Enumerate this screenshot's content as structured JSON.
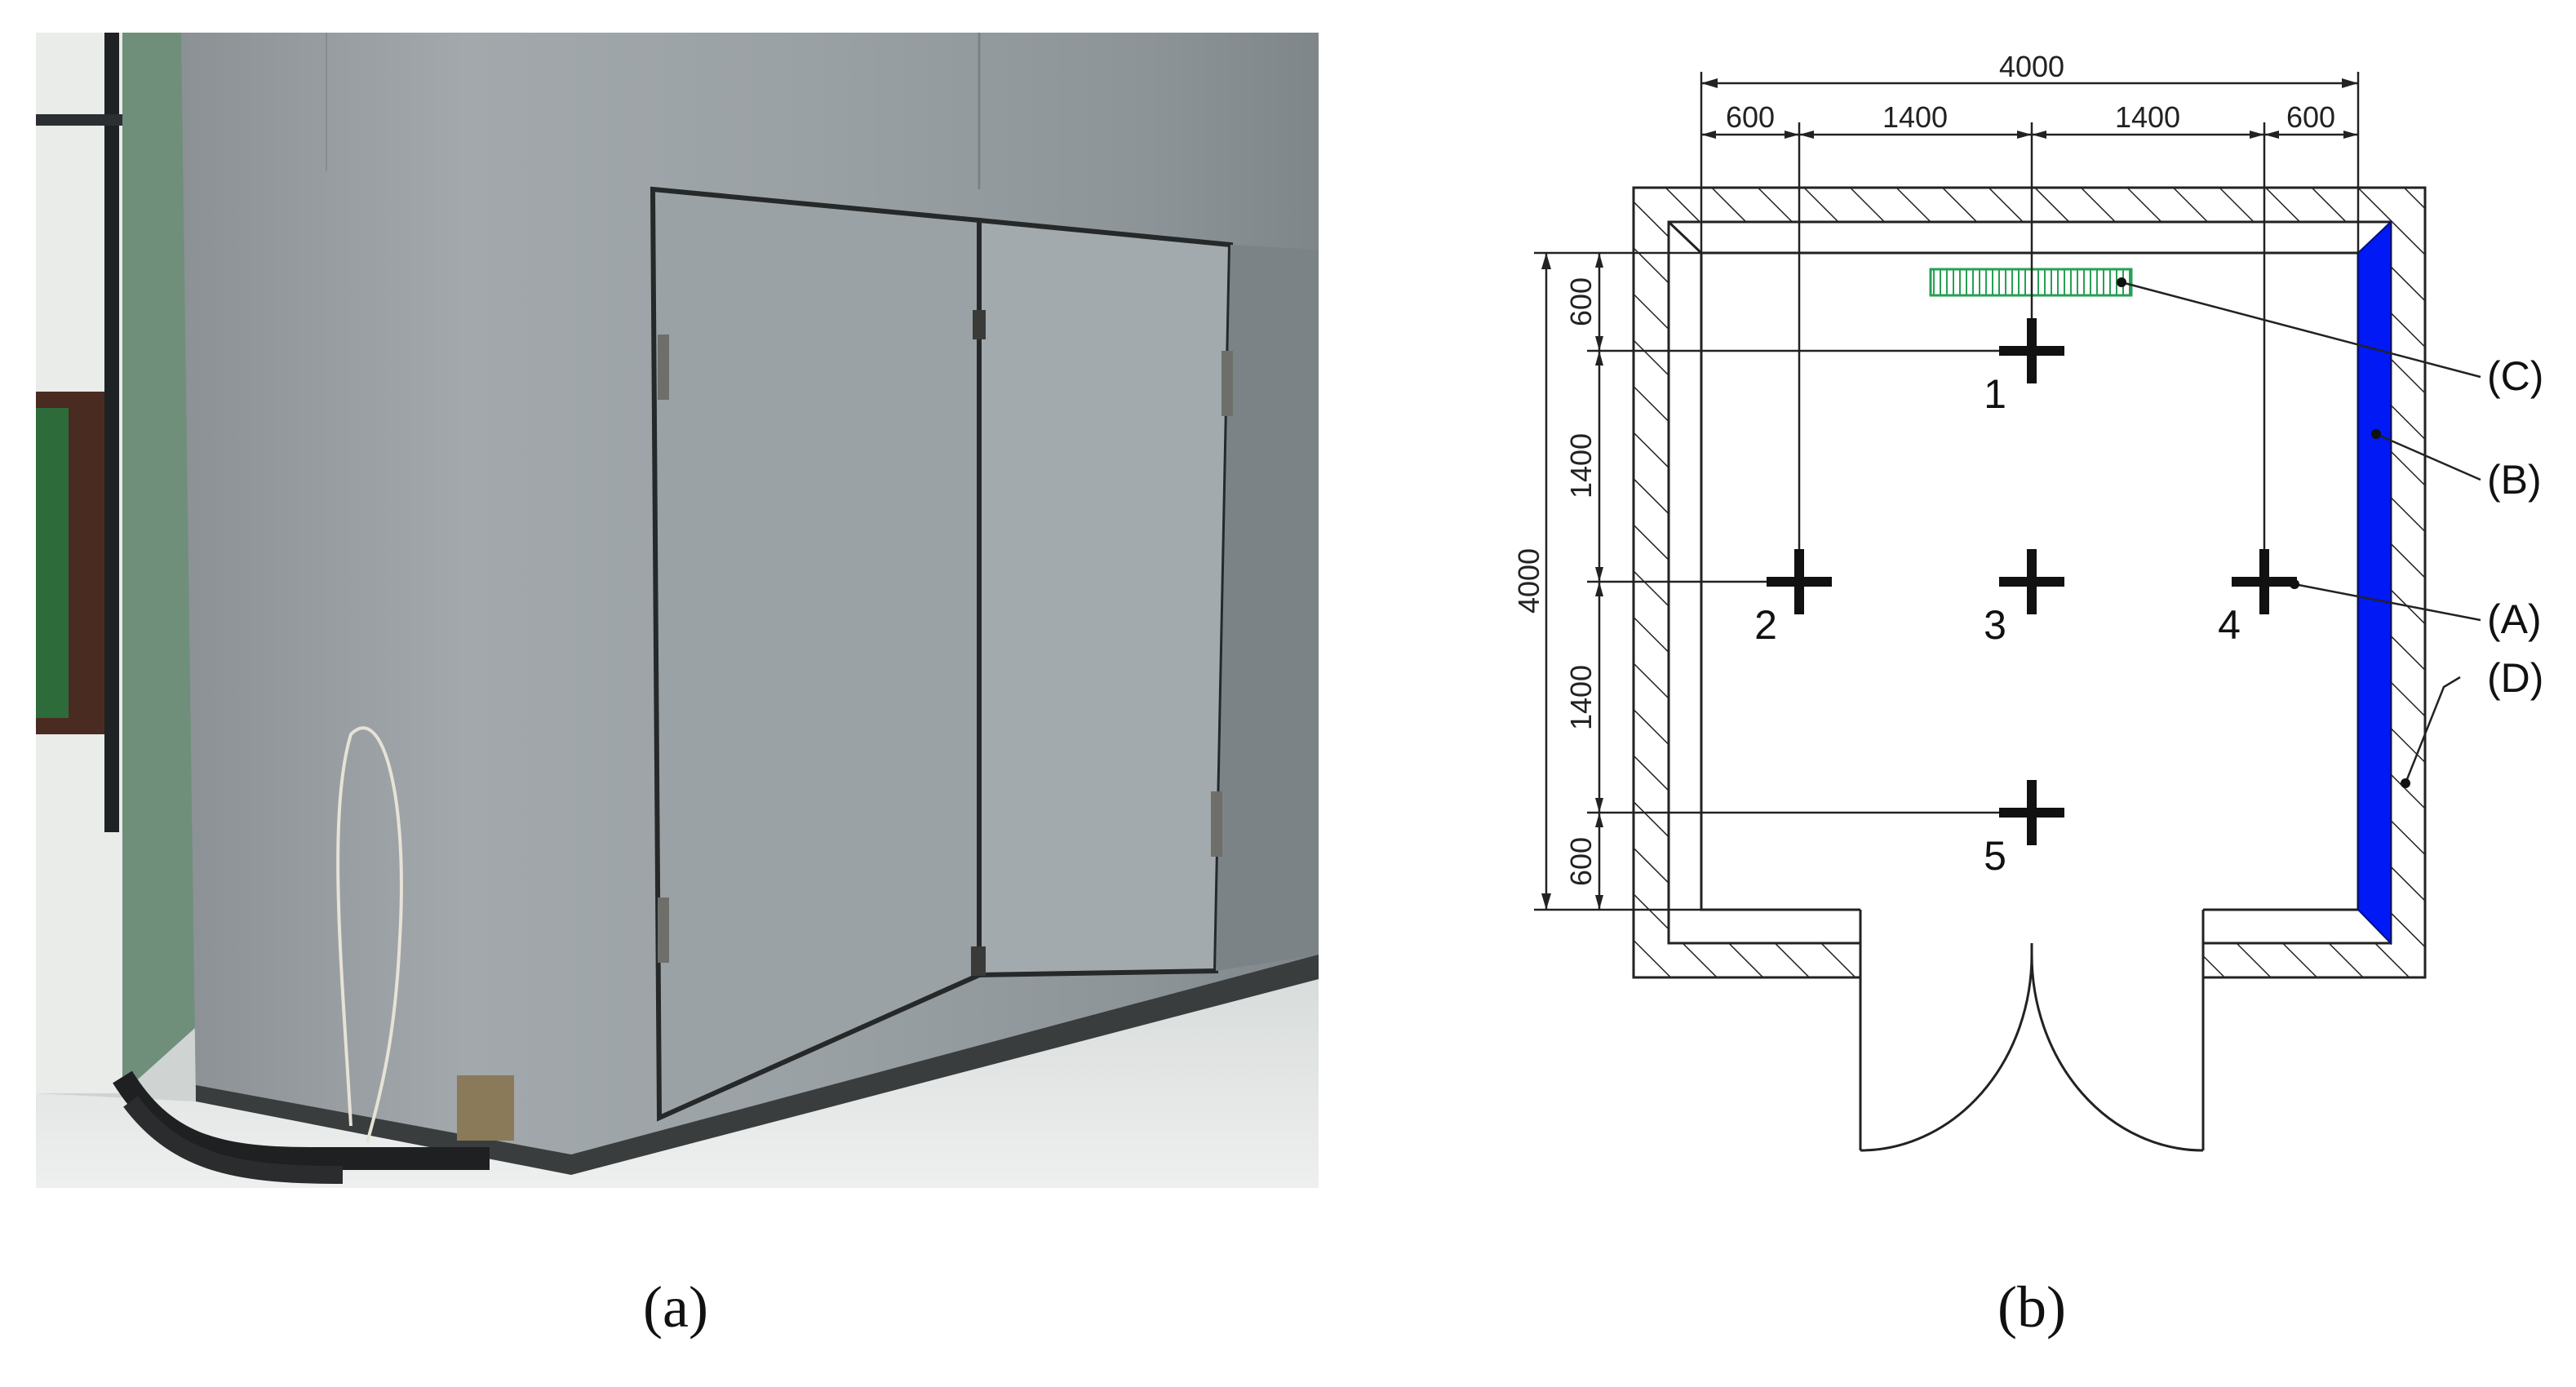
{
  "panels": {
    "a": {
      "caption": "(a)"
    },
    "b": {
      "caption": "(b)"
    }
  },
  "dimensions": {
    "top_total": "4000",
    "top_segments": [
      "600",
      "1400",
      "1400",
      "600"
    ],
    "left_total": "4000",
    "left_segments": [
      "600",
      "1400",
      "1400",
      "600"
    ]
  },
  "points": [
    "1",
    "2",
    "3",
    "4",
    "5"
  ],
  "callouts": {
    "c": "(C)",
    "b": "(B)",
    "a": "(A)",
    "d": "(D)"
  },
  "colors": {
    "panel_b": "#0019f5",
    "element_c": "#27a055",
    "wall_hatch": "#222222"
  }
}
